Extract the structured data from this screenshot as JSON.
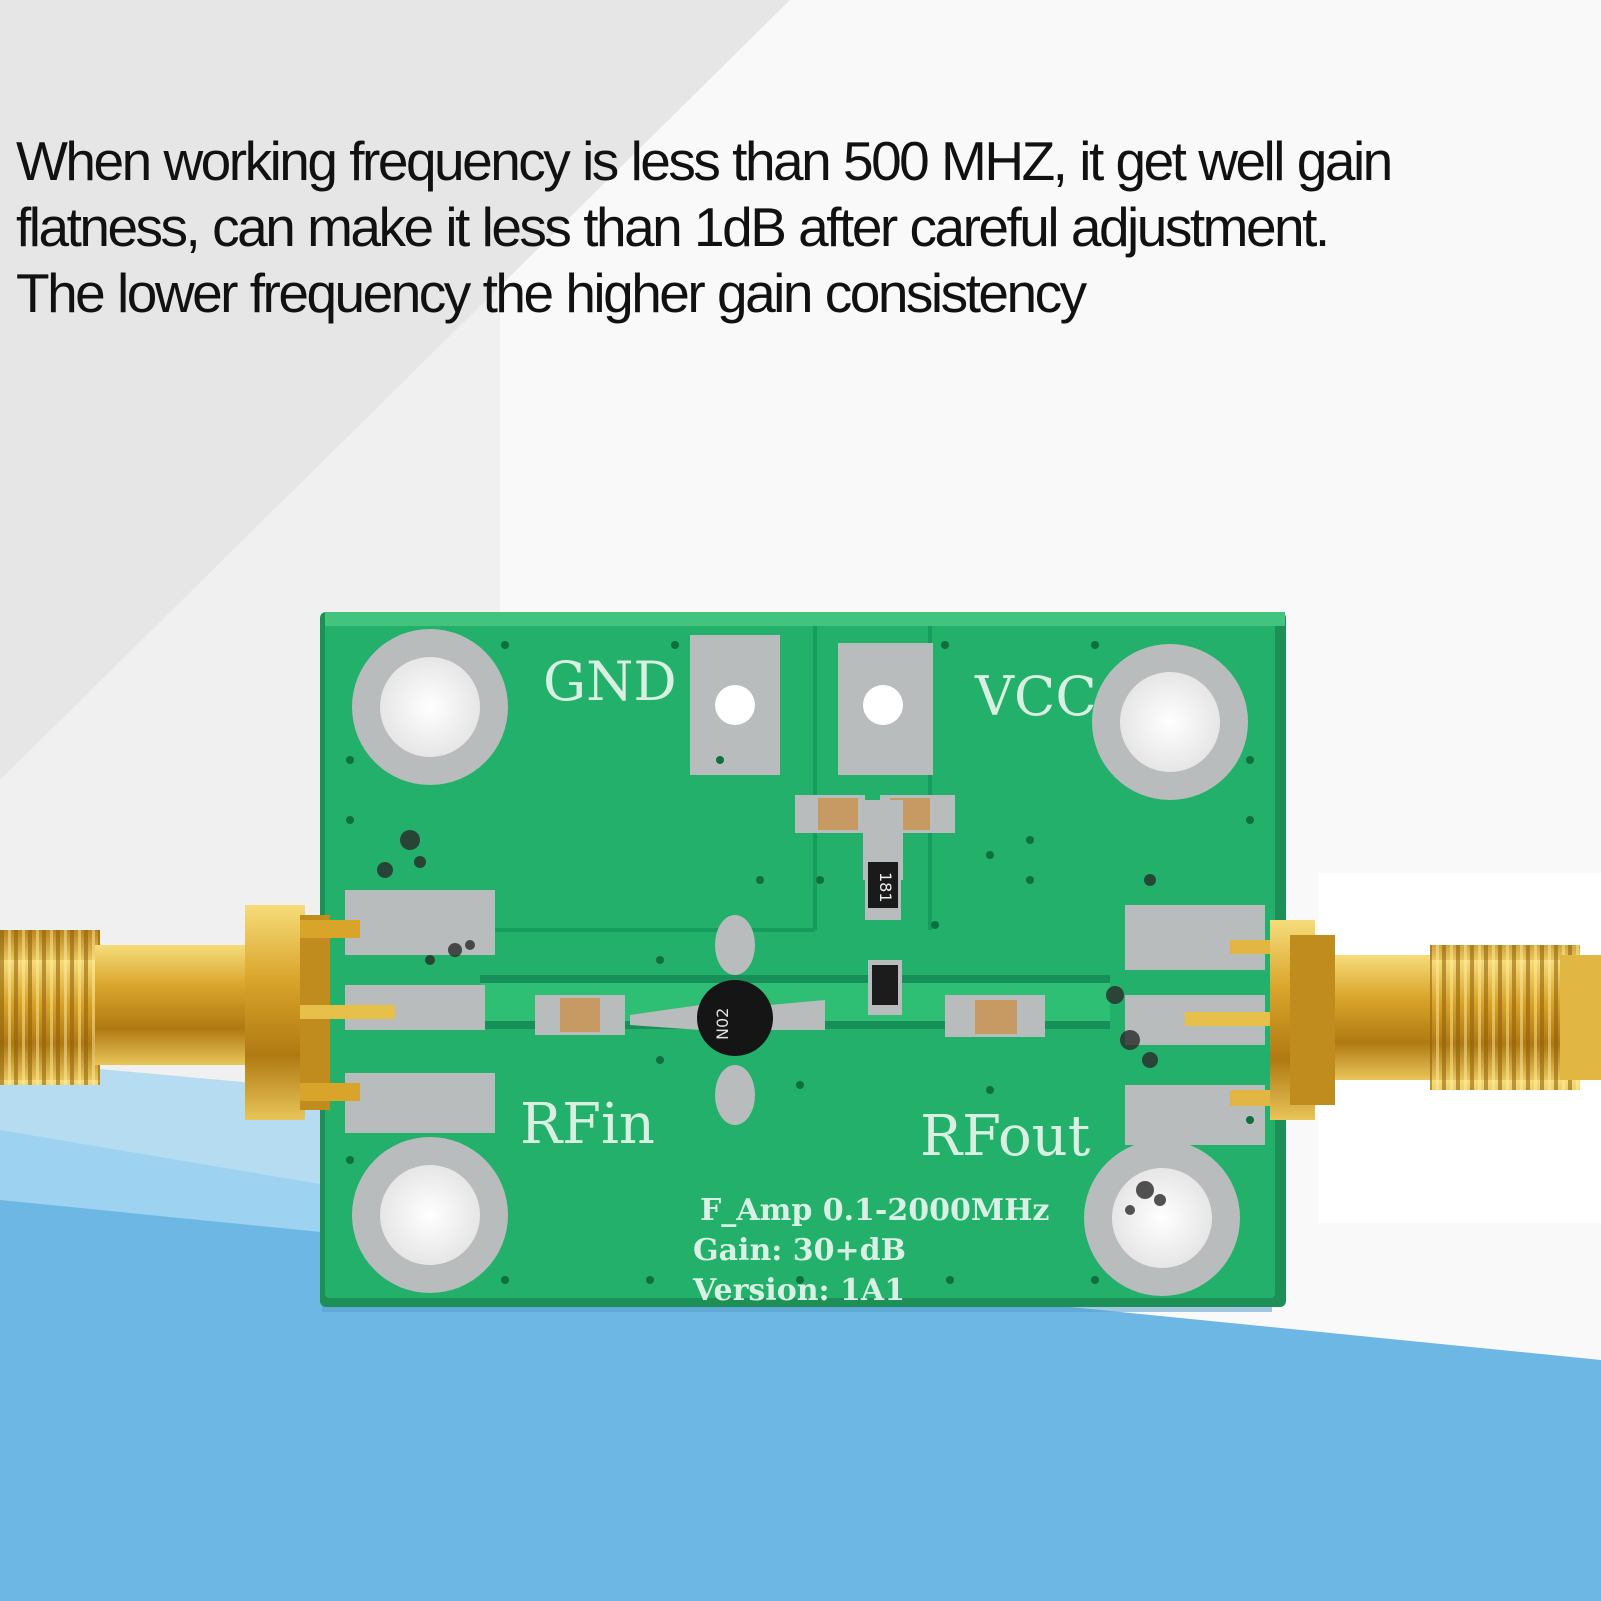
{
  "caption": {
    "line1": "When working frequency is less than 500 MHZ, it get well gain",
    "line2": "flatness, can make it less than 1dB after careful adjustment.",
    "line3": "The lower frequency the higher gain consistency"
  },
  "board": {
    "gnd_label": "GND",
    "vcc_label": "VCC",
    "rfin_label": "RFin",
    "rfout_label": "RFout",
    "spec_line1": "F_Amp 0.1-2000MHz",
    "spec_line2": "Gain: 30+dB",
    "spec_line3": "Version: 1A1",
    "chip_marking": "N02",
    "resistor_marking": "181"
  },
  "colors": {
    "pcb_green": "#22b06a",
    "pad_silver": "#b9bcbc",
    "gold": "#d9a42a",
    "blue_floor": "#72bde8"
  }
}
